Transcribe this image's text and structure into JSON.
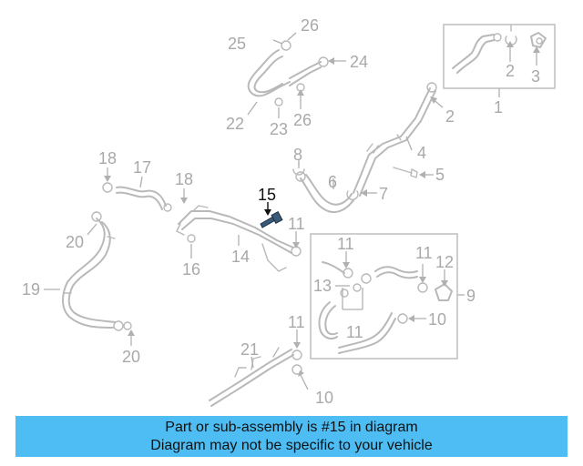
{
  "callouts": {
    "c1": "1",
    "c2a": "2",
    "c2b": "2",
    "c3": "3",
    "c4": "4",
    "c5": "5",
    "c6": "6",
    "c7": "7",
    "c8": "8",
    "c9": "9",
    "c10a": "10",
    "c10b": "10",
    "c11a": "11",
    "c11b": "11",
    "c11c": "11",
    "c11d": "11",
    "c11e": "11",
    "c12": "12",
    "c13": "13",
    "c14": "14",
    "c15": "15",
    "c16": "16",
    "c17": "17",
    "c18a": "18",
    "c18b": "18",
    "c19": "19",
    "c20a": "20",
    "c20b": "20",
    "c21": "21",
    "c22": "22",
    "c23": "23",
    "c24": "24",
    "c25": "25",
    "c26a": "26",
    "c26b": "26"
  },
  "highlighted_part": "15",
  "banner": {
    "line1": "Part or sub-assembly is #15 in diagram",
    "line2": "Diagram may not be specific to your vehicle",
    "color": "#4dbdf3"
  },
  "colors": {
    "diagram_line": "#b9b9b9",
    "callout_text": "#a9a9a9",
    "highlight_text": "#111111"
  }
}
